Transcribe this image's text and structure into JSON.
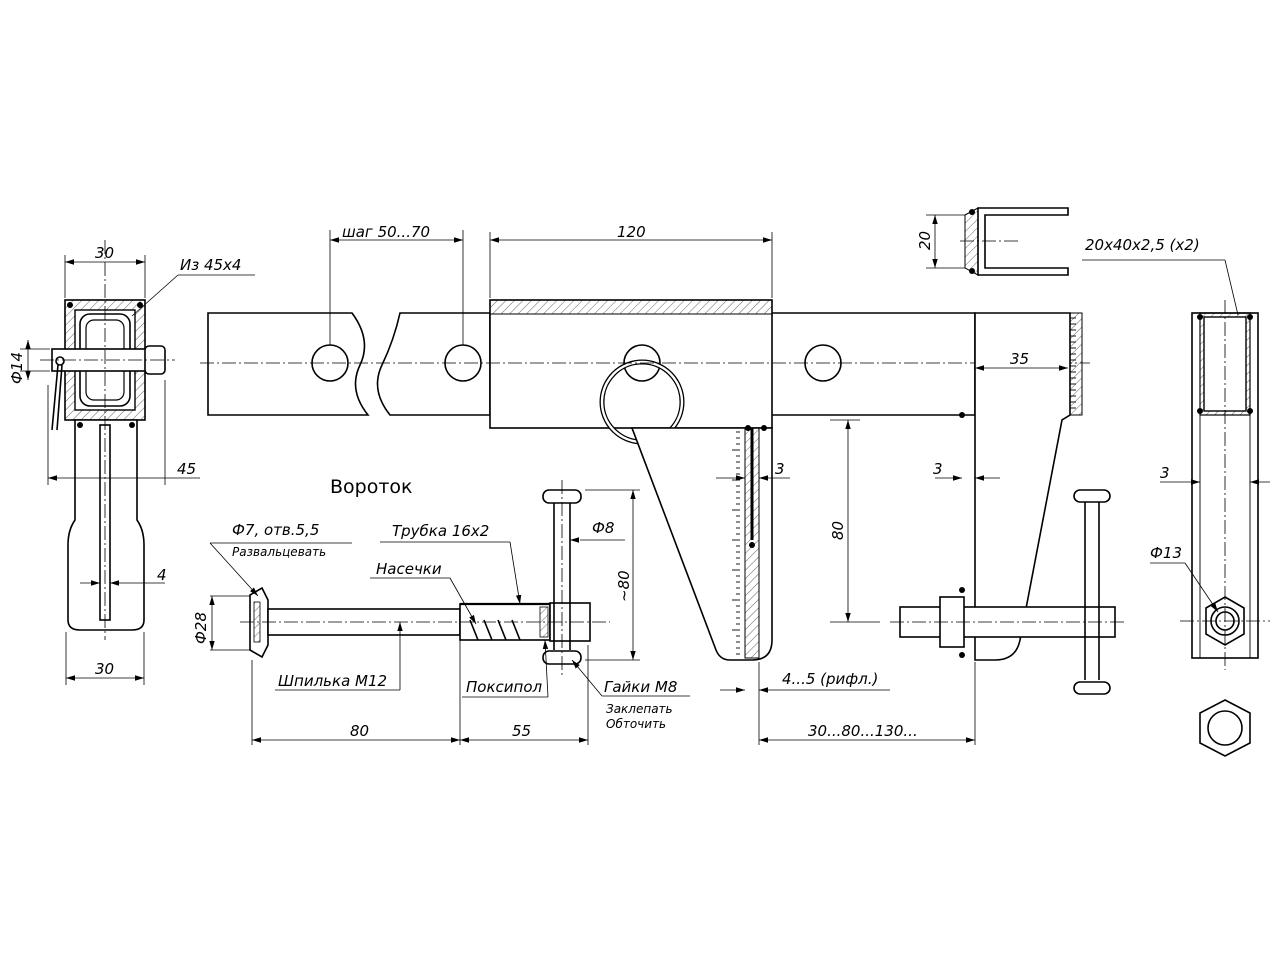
{
  "title": "Вороток",
  "labels": {
    "from_material": "Из 45х4",
    "profile": "20х40х2,5 (х2)",
    "tube": "Трубка 16х2",
    "notches": "Насечки",
    "hole": "Ф7, отв.5,5",
    "flare": "Развальцевать",
    "stud": "Шпилька М12",
    "epoxy": "Поксипол",
    "nuts": "Гайки М8",
    "rivet": "Заклепать",
    "turn": "Обточить",
    "knurl": "4...5 (рифл.)"
  },
  "dims": {
    "w30_top": "30",
    "d14": "Ф14",
    "w45": "45",
    "w4": "4",
    "w30_bottom": "30",
    "step": "шаг 50...70",
    "len120": "120",
    "gap3_a": "3",
    "gap3_b": "3",
    "h80": "80",
    "w35": "35",
    "h20": "20",
    "gap3_c": "3",
    "d13": "Ф13",
    "d8": "Ф8",
    "h80_approx": "~80",
    "d28": "Ф28",
    "len80": "80",
    "len55": "55",
    "range": "30...80...130..."
  }
}
